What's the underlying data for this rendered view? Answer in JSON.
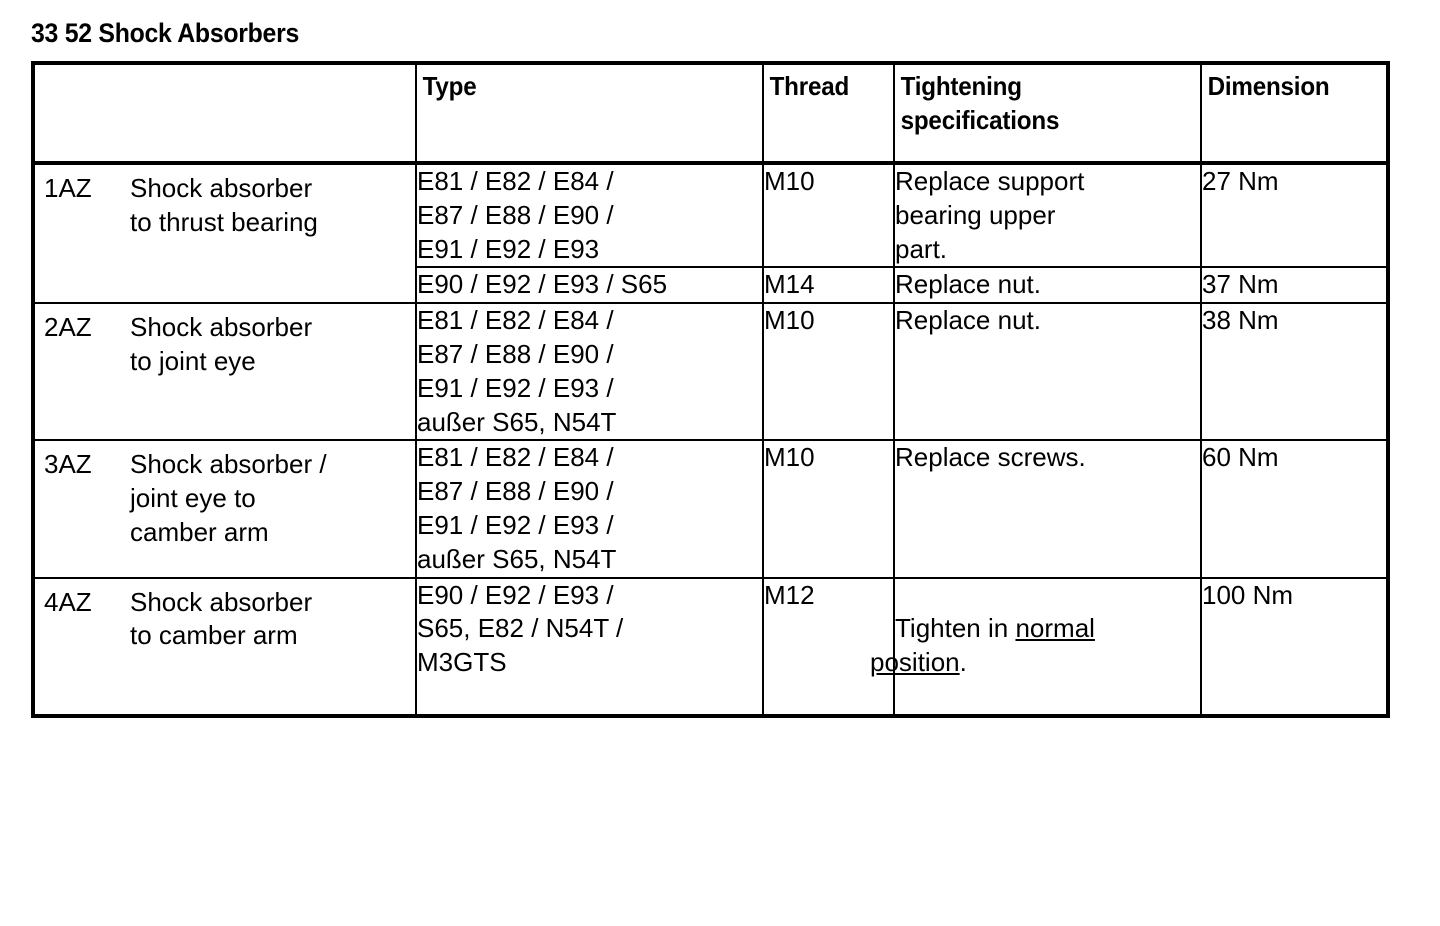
{
  "document": {
    "title": "33 52 Shock Absorbers"
  },
  "table": {
    "headers": {
      "col1": "",
      "type": "Type",
      "thread": "Thread",
      "tightening": "Tightening specifications",
      "dimension": "Dimension"
    },
    "rows": [
      {
        "id": "1AZ",
        "description": "Shock absorber\nto thrust bearing",
        "type": "E81 / E82 / E84 /\nE87 / E88 / E90 /\nE91 / E92 / E93",
        "thread": "M10",
        "tightening": "Replace support\nbearing upper\npart.",
        "dimension": "27 Nm"
      },
      {
        "id": "",
        "description": "",
        "type": "E90 / E92 / E93 / S65",
        "thread": "M14",
        "tightening": "Replace nut.",
        "dimension": "37 Nm"
      },
      {
        "id": "2AZ",
        "description": "Shock absorber\nto joint eye",
        "type": "E81 / E82 / E84 /\nE87 / E88 / E90 /\nE91 / E92 / E93 /\naußer S65, N54T",
        "thread": "M10",
        "tightening": "Replace nut.",
        "dimension": "38 Nm"
      },
      {
        "id": "3AZ",
        "description": "Shock absorber /\njoint eye to\ncamber arm",
        "type": "E81 / E82 / E84 /\nE87 / E88 / E90 /\nE91 / E92 / E93 /\naußer S65, N54T",
        "thread": "M10",
        "tightening": "Replace screws.",
        "dimension": "60 Nm"
      },
      {
        "id": "4AZ",
        "description": "Shock absorber\nto camber arm",
        "type": "E90 / E92 / E93 /\nS65, E82 / N54T /\nM3GTS",
        "thread": "M12",
        "tightening_parts": {
          "prefix": "Tighten in ",
          "underlined_line1": "normal",
          "underlined_line2": "position",
          "suffix": "."
        },
        "dimension": "100 Nm"
      }
    ]
  }
}
